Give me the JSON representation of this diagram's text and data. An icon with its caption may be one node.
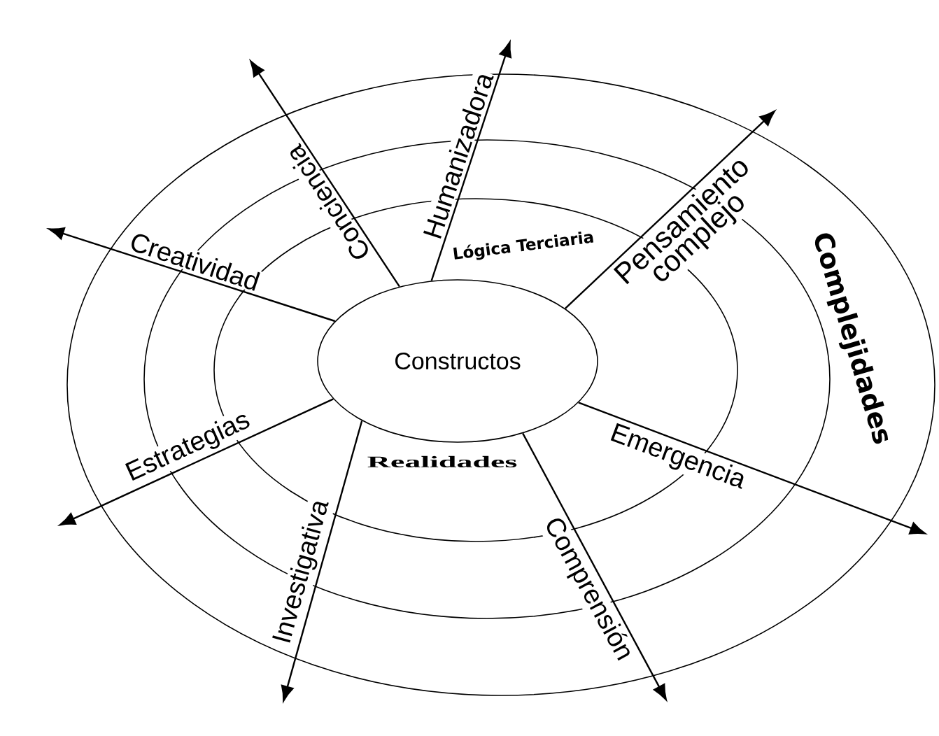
{
  "diagram": {
    "nodes": [
      {
        "text": [
          "Complejidades"
        ]
      },
      {
        "text": [],
        "shape": "ellipse",
        "in": 0
      },
      {
        "text": [
          "Lógica Terciaria",
          "Realidades"
        ],
        "in": 1
      },
      {
        "text": [
          "Constructos"
        ],
        "in": 2
      }
    ],
    "edges": [
      {
        "from": 3,
        "to": null,
        "arrow": "to",
        "label": "Creatividad"
      },
      {
        "from": 3,
        "to": null,
        "arrow": "to",
        "label": "Conciencia"
      },
      {
        "from": 3,
        "to": null,
        "arrow": "to",
        "label": "Humanizadora"
      },
      {
        "from": 3,
        "to": null,
        "arrow": "to",
        "label": "Pensamiento complejo"
      },
      {
        "from": 3,
        "to": null,
        "arrow": "to",
        "label": "Emergencia"
      },
      {
        "from": 3,
        "to": null,
        "arrow": "to",
        "label": "Comprensión"
      },
      {
        "from": 3,
        "to": null,
        "arrow": "to",
        "label": "Investigativa"
      },
      {
        "from": 3,
        "to": null,
        "arrow": "to",
        "label": "Estrategias"
      }
    ]
  }
}
